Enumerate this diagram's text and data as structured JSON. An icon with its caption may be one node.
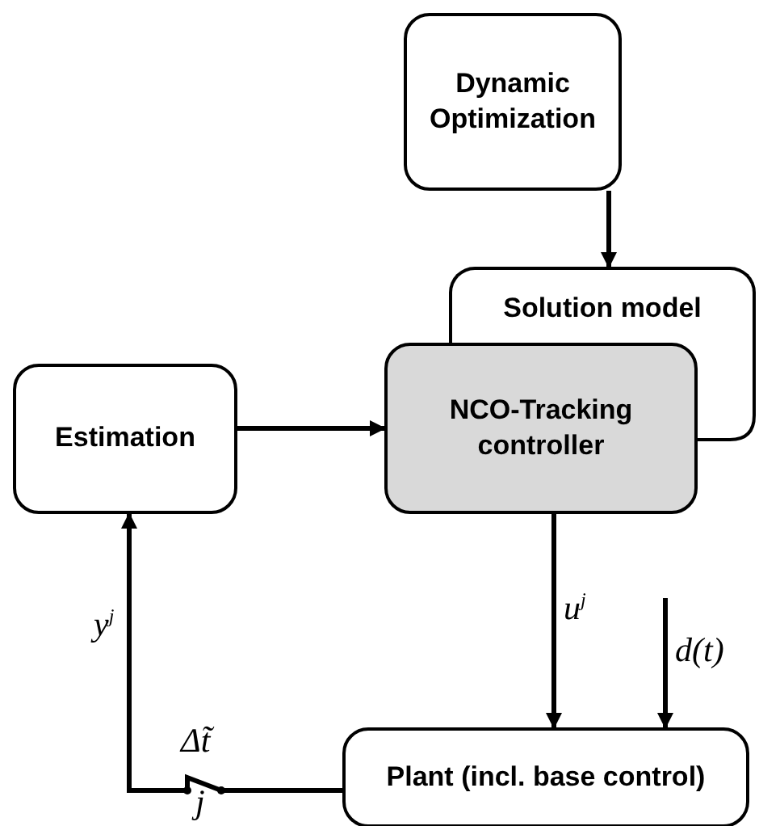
{
  "diagram": {
    "nodes": [
      {
        "text": [
          "Dynamic Optimization"
        ]
      },
      {
        "text": [
          "Solution model"
        ]
      },
      {
        "text": [
          "NCO-Tracking controller"
        ]
      },
      {
        "text": [
          "Estimation"
        ]
      },
      {
        "text": [
          "Plant (incl. base control)"
        ]
      }
    ],
    "edges": [
      {
        "from": 0,
        "to": 1,
        "arrow": "to"
      },
      {
        "from": 3,
        "to": 2,
        "arrow": "to"
      },
      {
        "from": 2,
        "to": 4,
        "arrow": "to",
        "label": "u$^{j}$"
      },
      {
        "from": null,
        "to": 4,
        "arrow": "to",
        "label": "d(t)"
      },
      {
        "from": 4,
        "to": 3,
        "arrow": "to",
        "label": "y$^{j}$"
      }
    ],
    "labels": [
      "Δt̃",
      "j"
    ]
  }
}
